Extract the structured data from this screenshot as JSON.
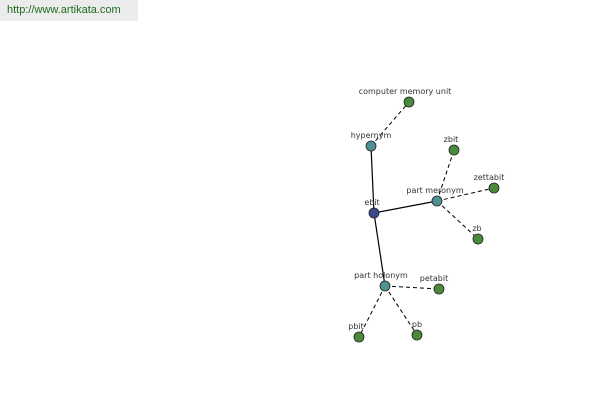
{
  "banner": {
    "url": "http://www.artikata.com"
  },
  "colors": {
    "root_fill": "#3a4a8c",
    "relation_fill": "#4f9090",
    "leaf_fill": "#4a8a3a",
    "edge": "#000000"
  },
  "graph": {
    "nodes": [
      {
        "id": "ebit",
        "label": "ebit",
        "kind": "root"
      },
      {
        "id": "hypernym",
        "label": "hypernym",
        "kind": "relation"
      },
      {
        "id": "part-meronym",
        "label": "part meronym",
        "kind": "relation"
      },
      {
        "id": "part-holonym",
        "label": "part holonym",
        "kind": "relation"
      },
      {
        "id": "computer-memory-unit",
        "label": "computer memory unit",
        "kind": "leaf"
      },
      {
        "id": "zbit",
        "label": "zbit",
        "kind": "leaf"
      },
      {
        "id": "zettabit",
        "label": "zettabit",
        "kind": "leaf"
      },
      {
        "id": "zb",
        "label": "zb",
        "kind": "leaf"
      },
      {
        "id": "petabit",
        "label": "petabit",
        "kind": "leaf"
      },
      {
        "id": "pbit",
        "label": "pbit",
        "kind": "leaf"
      },
      {
        "id": "pb",
        "label": "pb",
        "kind": "leaf"
      }
    ],
    "edges": [
      {
        "from": "ebit",
        "to": "hypernym",
        "style": "solid"
      },
      {
        "from": "ebit",
        "to": "part-meronym",
        "style": "solid"
      },
      {
        "from": "ebit",
        "to": "part-holonym",
        "style": "solid"
      },
      {
        "from": "hypernym",
        "to": "computer-memory-unit",
        "style": "dashed"
      },
      {
        "from": "part-meronym",
        "to": "zbit",
        "style": "dashed"
      },
      {
        "from": "part-meronym",
        "to": "zettabit",
        "style": "dashed"
      },
      {
        "from": "part-meronym",
        "to": "zb",
        "style": "dashed"
      },
      {
        "from": "part-holonym",
        "to": "petabit",
        "style": "dashed"
      },
      {
        "from": "part-holonym",
        "to": "pbit",
        "style": "dashed"
      },
      {
        "from": "part-holonym",
        "to": "pb",
        "style": "dashed"
      }
    ]
  }
}
